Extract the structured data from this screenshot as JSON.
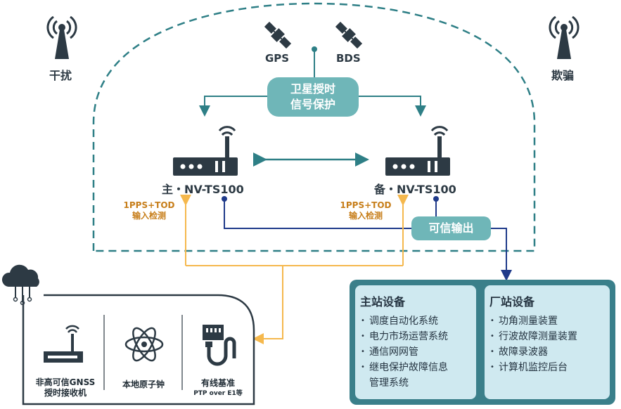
{
  "colors": {
    "teal": "#6fb6b8",
    "teal_dark": "#2e7f86",
    "navy": "#1f3a8a",
    "orange": "#f5b84d",
    "device": "#2d3a44",
    "panel_bg": "#cfe9f0",
    "panel_border": "#3a7f8a"
  },
  "threats": {
    "left": "干扰",
    "right": "欺骗"
  },
  "satellites": {
    "gps": "GPS",
    "bds": "BDS"
  },
  "center_box": {
    "line1": "卫星授时",
    "line2": "信号保护"
  },
  "devices": {
    "main": "主・NV-TS100",
    "backup": "备・NV-TS100"
  },
  "input_detect": {
    "left_line1": "1PPS+TOD",
    "left_line2": "输入检测",
    "right_line1": "1PPS+TOD",
    "right_line2": "输入检测"
  },
  "trusted_output": "可信输出",
  "sources": [
    {
      "label_line1": "非高可信GNSS",
      "label_line2": "授时接收机",
      "icon": "antenna-router-icon"
    },
    {
      "label_line1": "本地原子钟",
      "label_line2": "",
      "icon": "atom-icon"
    },
    {
      "label_line1": "有线基准",
      "label_line2": "PTP over E1等",
      "icon": "wired-connector-icon"
    }
  ],
  "master_panel": {
    "title": "主站设备",
    "items": [
      "调度自动化系统",
      "电力市场运营系统",
      "通信网网管",
      "继电保护故障信息",
      "管理系统"
    ]
  },
  "plant_panel": {
    "title": "厂站设备",
    "items": [
      "功角测量装置",
      "行波故障测量装置",
      "故障录波器",
      "计算机监控后台"
    ]
  }
}
